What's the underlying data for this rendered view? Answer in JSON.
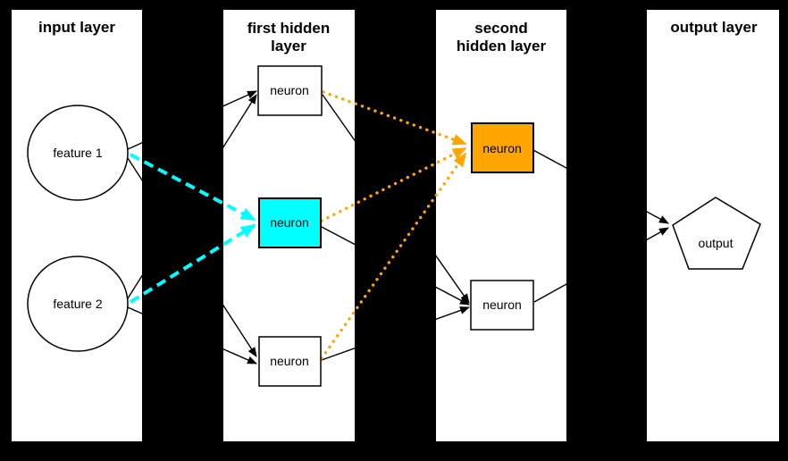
{
  "diagram_type": "neural-network-layer-diagram",
  "colors": {
    "bg": "#000000",
    "panel": "#ffffff",
    "edge": "#000000",
    "ink": "#000000",
    "cyan": "#00ffff",
    "orange": "#ffa500"
  },
  "layers": [
    {
      "name": "input layer",
      "title_lines": [
        "input layer"
      ],
      "nodes": [
        {
          "label": "feature 1",
          "shape": "circle",
          "highlight": "none"
        },
        {
          "label": "feature 2",
          "shape": "circle",
          "highlight": "none"
        }
      ]
    },
    {
      "name": "first hidden layer",
      "title_lines": [
        "first hidden",
        "layer"
      ],
      "nodes": [
        {
          "label": "neuron",
          "shape": "rect",
          "highlight": "none"
        },
        {
          "label": "neuron",
          "shape": "rect",
          "highlight": "cyan"
        },
        {
          "label": "neuron",
          "shape": "rect",
          "highlight": "none"
        }
      ]
    },
    {
      "name": "second hidden layer",
      "title_lines": [
        "second",
        "hidden layer"
      ],
      "nodes": [
        {
          "label": "neuron",
          "shape": "rect",
          "highlight": "orange"
        },
        {
          "label": "neuron",
          "shape": "rect",
          "highlight": "none"
        }
      ]
    },
    {
      "name": "output layer",
      "title_lines": [
        "output layer"
      ],
      "nodes": [
        {
          "label": "output",
          "shape": "pentagon",
          "highlight": "none"
        }
      ]
    }
  ],
  "edges": [
    {
      "from": "feature 1",
      "to": "first hidden neuron 1",
      "style": "solid-black-arrow"
    },
    {
      "from": "feature 2",
      "to": "first hidden neuron 1",
      "style": "solid-black-arrow"
    },
    {
      "from": "feature 1",
      "to": "first hidden neuron 2",
      "style": "dashed-cyan-arrow"
    },
    {
      "from": "feature 2",
      "to": "first hidden neuron 2",
      "style": "dashed-cyan-arrow"
    },
    {
      "from": "feature 1",
      "to": "first hidden neuron 3",
      "style": "solid-black-arrow"
    },
    {
      "from": "feature 2",
      "to": "first hidden neuron 3",
      "style": "solid-black-arrow"
    },
    {
      "from": "first hidden neuron 1",
      "to": "second hidden neuron 1",
      "style": "dotted-orange-arrow"
    },
    {
      "from": "first hidden neuron 2",
      "to": "second hidden neuron 1",
      "style": "dotted-orange-arrow"
    },
    {
      "from": "first hidden neuron 3",
      "to": "second hidden neuron 1",
      "style": "dotted-orange-arrow"
    },
    {
      "from": "first hidden neuron 1",
      "to": "second hidden neuron 2",
      "style": "solid-black-arrow"
    },
    {
      "from": "first hidden neuron 2",
      "to": "second hidden neuron 2",
      "style": "solid-black-arrow"
    },
    {
      "from": "first hidden neuron 3",
      "to": "second hidden neuron 2",
      "style": "solid-black-arrow"
    },
    {
      "from": "second hidden neuron 1",
      "to": "output",
      "style": "solid-black-arrow"
    },
    {
      "from": "second hidden neuron 2",
      "to": "output",
      "style": "solid-black-arrow"
    }
  ]
}
